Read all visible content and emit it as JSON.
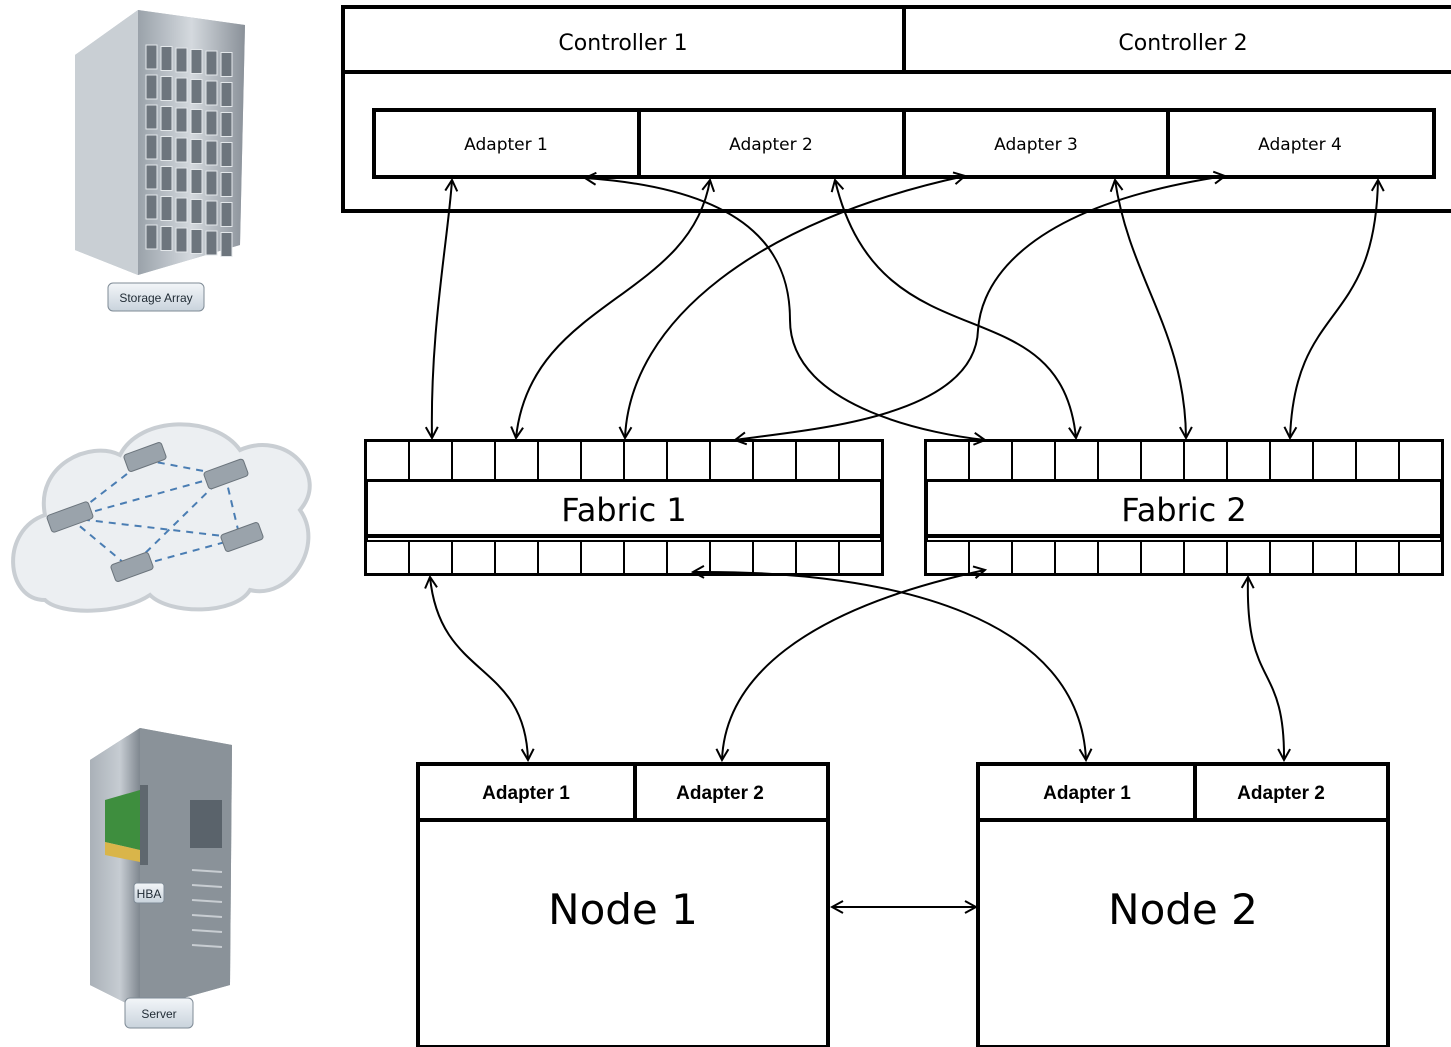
{
  "storage": {
    "controllers": [
      "Controller 1",
      "Controller 2"
    ],
    "adapters": [
      "Adapter 1",
      "Adapter 2",
      "Adapter 3",
      "Adapter 4"
    ]
  },
  "fabrics": [
    "Fabric 1",
    "Fabric 2"
  ],
  "nodes": [
    {
      "name": "Node 1",
      "adapters": [
        "Adapter 1",
        "Adapter 2"
      ]
    },
    {
      "name": "Node 2",
      "adapters": [
        "Adapter 1",
        "Adapter 2"
      ]
    }
  ],
  "legend": {
    "storage_label": "Storage Array",
    "server_label": "Server",
    "hba_label": "HBA"
  },
  "icons": [
    "storage-array-icon",
    "network-cloud-icon",
    "server-icon"
  ],
  "colors": {
    "line": "#000000",
    "badge": "#dfe6ec",
    "cloud": "#eceff2",
    "hba_card": "#3e8e3e"
  }
}
